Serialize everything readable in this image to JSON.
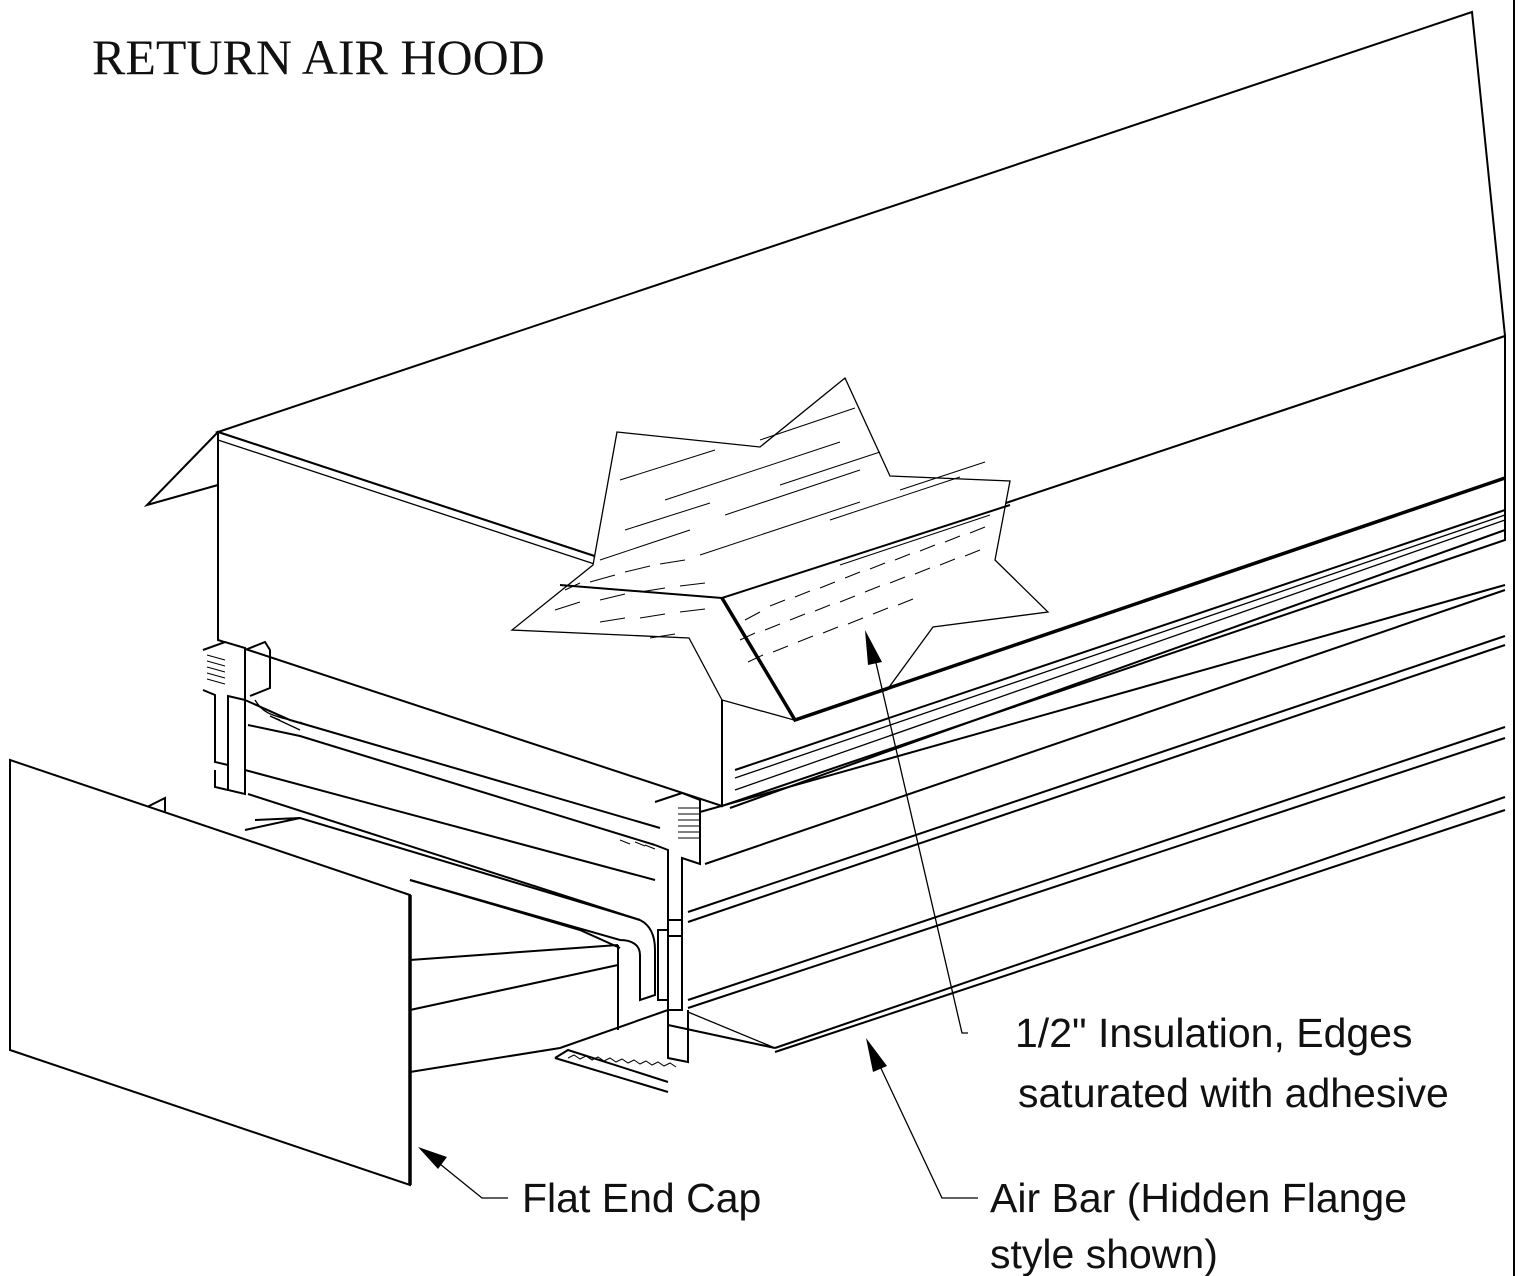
{
  "title": "RETURN AIR HOOD",
  "callouts": {
    "insulation": {
      "line1": "1/2\" Insulation, Edges",
      "line2": "saturated with adhesive"
    },
    "air_bar": {
      "line1": "Air Bar (Hidden Flange",
      "line2": "style shown)"
    },
    "end_cap": {
      "line1": "Flat End Cap"
    }
  },
  "colors": {
    "ink": "#000000",
    "paper": "#ffffff"
  }
}
